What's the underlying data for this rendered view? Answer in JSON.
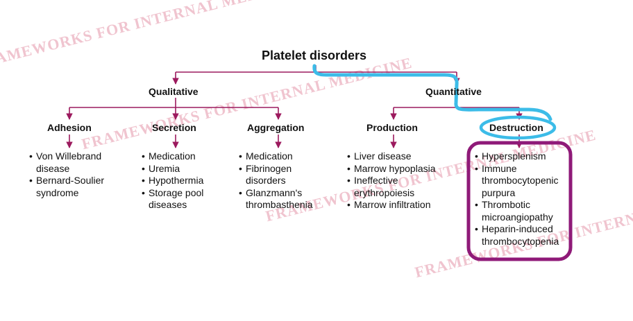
{
  "title": "Platelet disorders",
  "watermark": "FRAMEWORKS FOR INTERNAL MEDICINE",
  "colors": {
    "connector": "#9c1a5e",
    "highlight_blue": "#3cbce8",
    "highlight_purple": "#8f1a78",
    "watermark": "#f0c4cf"
  },
  "branches": {
    "qualitative": {
      "label": "Qualitative",
      "children": {
        "adhesion": {
          "label": "Adhesion",
          "items": [
            "Von Willebrand disease",
            "Bernard-Soulier syndrome"
          ]
        },
        "secretion": {
          "label": "Secretion",
          "items": [
            "Medication",
            "Uremia",
            "Hypothermia",
            "Storage pool diseases"
          ]
        },
        "aggregation": {
          "label": "Aggregation",
          "items": [
            "Medication",
            "Fibrinogen disorders",
            "Glanzmann's thrombasthenia"
          ]
        }
      }
    },
    "quantitative": {
      "label": "Quantitative",
      "children": {
        "production": {
          "label": "Production",
          "items": [
            "Liver disease",
            "Marrow hypoplasia",
            "Ineffective erythropoiesis",
            "Marrow infiltration"
          ]
        },
        "destruction": {
          "label": "Destruction",
          "items": [
            "Hypersplenism",
            "Immune thrombocytopenic purpura",
            "Thrombotic microangiopathy",
            "Heparin-induced thrombocytopenia"
          ]
        }
      }
    }
  }
}
